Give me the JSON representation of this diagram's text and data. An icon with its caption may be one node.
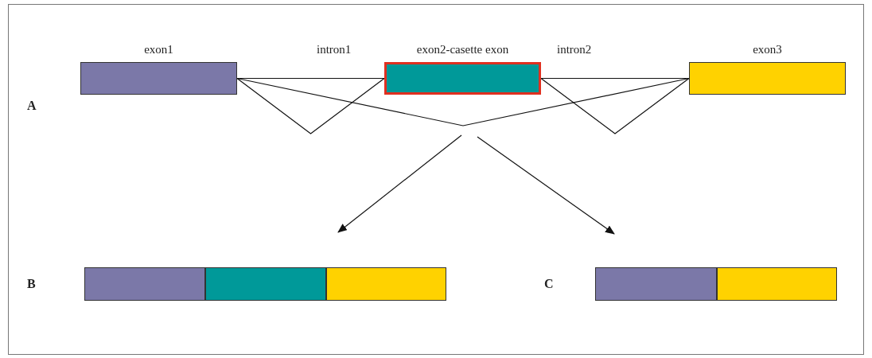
{
  "diagram": {
    "nodes": [
      {
        "text": [
          "exon1"
        ]
      },
      {
        "text": [
          "exon2-casette exon"
        ]
      },
      {
        "text": [
          "exon3"
        ]
      },
      {
        "text": [],
        "shape": "bar",
        "beside": [
          "B"
        ]
      },
      {
        "text": [],
        "shape": "box",
        "in": 3
      },
      {
        "text": [],
        "shape": "box",
        "in": 3
      },
      {
        "text": [],
        "shape": "box",
        "in": 3
      },
      {
        "text": [],
        "shape": "bar",
        "beside": [
          "C"
        ]
      },
      {
        "text": [],
        "shape": "box",
        "in": 7
      },
      {
        "text": [],
        "shape": "box",
        "in": 7
      }
    ],
    "edges": [
      {
        "from": 0,
        "to": 1,
        "arrow": "none",
        "label": "intron1"
      },
      {
        "from": 1,
        "to": 2,
        "arrow": "none",
        "label": "intron2"
      },
      {
        "from": 0,
        "to": 1,
        "arrow": "none"
      },
      {
        "from": 1,
        "to": 2,
        "arrow": "none"
      },
      {
        "from": 0,
        "to": 2,
        "arrow": "none"
      },
      {
        "from": null,
        "to": 3,
        "arrow": "to"
      },
      {
        "from": null,
        "to": 7,
        "arrow": "to"
      }
    ],
    "labels": [
      "A"
    ]
  }
}
